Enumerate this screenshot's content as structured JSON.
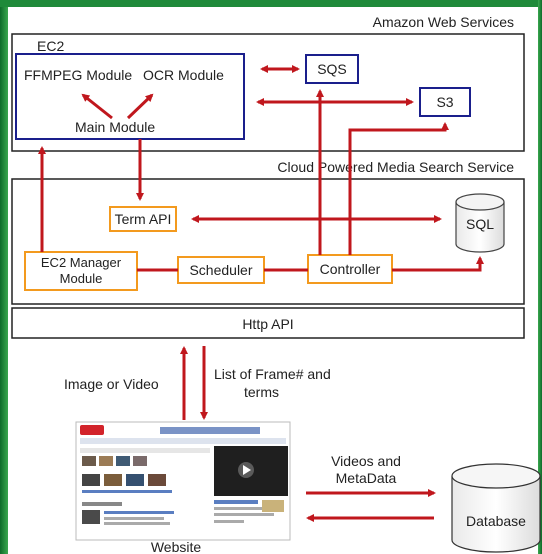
{
  "aws": {
    "title": "Amazon Web Services"
  },
  "ec2": {
    "title": "EC2",
    "ffmpeg": "FFMPEG Module",
    "ocr": "OCR Module",
    "main": "Main Module"
  },
  "sqs": {
    "label": "SQS"
  },
  "s3": {
    "label": "S3"
  },
  "service": {
    "title": "Cloud Powered Media Search Service",
    "term_api": "Term API",
    "sql": "SQL",
    "ec2_manager_line1": "EC2 Manager",
    "ec2_manager_line2": "Module",
    "scheduler": "Scheduler",
    "controller": "Controller"
  },
  "http_api": {
    "label": "Http API"
  },
  "flows": {
    "image_or_video": "Image or Video",
    "frames_line1": "List of Frame# and",
    "frames_line2": "terms",
    "videos_line1": "Videos and",
    "videos_line2": "MetaData"
  },
  "website": {
    "label": "Website"
  },
  "database": {
    "label": "Database"
  },
  "colors": {
    "arrow": "#c0171d",
    "box_blue": "#1a1f8c",
    "box_orange": "#f39a1e",
    "frame_green": "#1f8a3a"
  }
}
